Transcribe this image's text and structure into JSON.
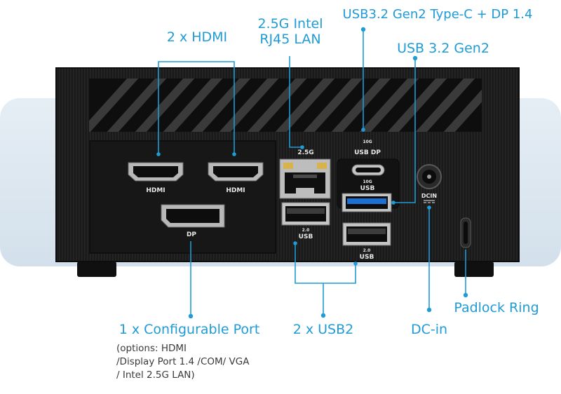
{
  "colors": {
    "accent": "#1f9bd6",
    "chassis": "#1b1b1b",
    "backdrop": "#dbe6f0",
    "note_text": "#3a3a3a"
  },
  "callouts": {
    "hdmi_pair": "2 x HDMI",
    "lan_line1": "2.5G Intel",
    "lan_line2": "RJ45 LAN",
    "typec": "USB3.2 Gen2 Type-C + DP 1.4",
    "usb32": "USB 3.2 Gen2",
    "padlock": "Padlock Ring",
    "dcin": "DC-in",
    "usb2_pair": "2 x USB2",
    "config_port": "1 x Configurable Port",
    "config_opt1": "(options: HDMI",
    "config_opt2": "/Display Port 1.4 /COM/ VGA",
    "config_opt3": "/ Intel 2.5G LAN)"
  },
  "port_labels": {
    "hdmi1": "HDMI",
    "hdmi2": "HDMI",
    "dp": "DP",
    "lan": "2.5G",
    "typec_top": "10G",
    "typec_main": "USB DP",
    "usbA_top": "10G",
    "usbA_main": "USB",
    "usb2a_top": "2.0",
    "usb2a_main": "USB",
    "usb2b_top": "2.0",
    "usb2b_main": "USB",
    "dcin": "DCIN"
  }
}
